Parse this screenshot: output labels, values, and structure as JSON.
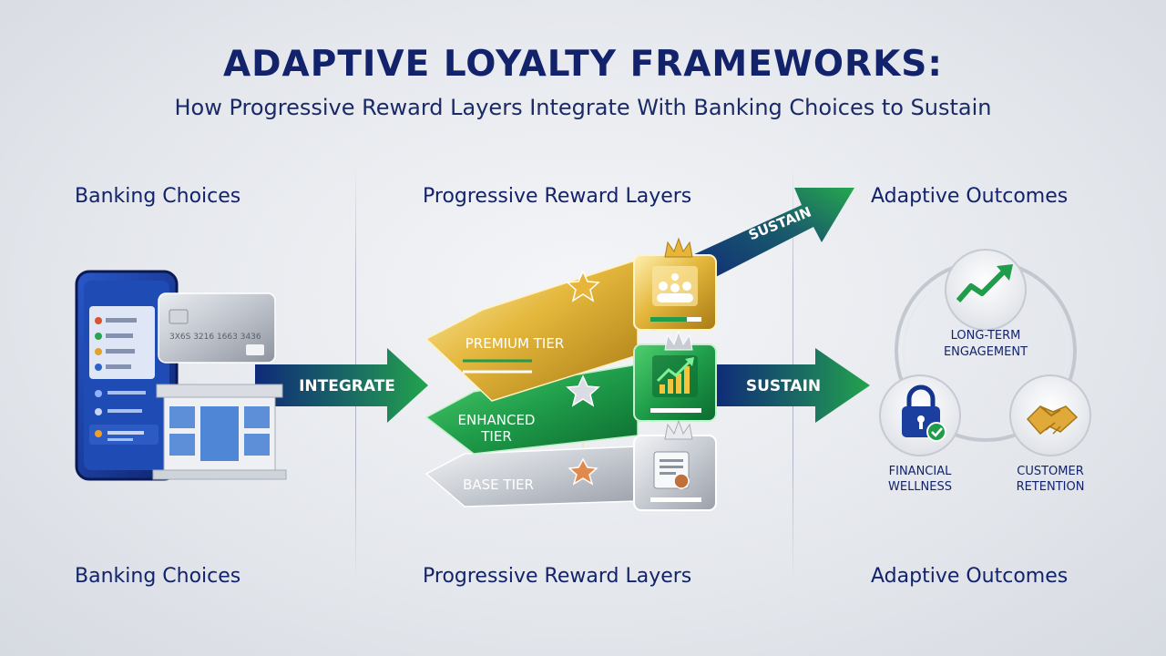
{
  "header": {
    "title": "ADAPTIVE LOYALTY FRAMEWORKS:",
    "subtitle": "How Progressive Reward Layers Integrate With Banking Choices to Sustain"
  },
  "columns": {
    "top": [
      "Banking Choices",
      "Progressive Reward Layers",
      "Adaptive Outcomes"
    ],
    "bottom": [
      "Banking Choices",
      "Progressive Reward Layers",
      "Adaptive Outcomes"
    ]
  },
  "arrows": {
    "integrate": "INTEGRATE",
    "sustain_upper": "SUSTAIN",
    "sustain_mid": "SUSTAIN"
  },
  "card": {
    "number_text": "3X6S 3216 1663 3436"
  },
  "tiers": {
    "premium": "PREMIUM TIER",
    "enhanced_line1": "ENHANCED",
    "enhanced_line2": "TIER",
    "base": "BASE TIER"
  },
  "outcomes": {
    "engagement_line1": "LONG-TERM",
    "engagement_line2": "ENGAGEMENT",
    "wellness_line1": "FINANCIAL",
    "wellness_line2": "WELLNESS",
    "retention_line1": "CUSTOMER",
    "retention_line2": "RETENTION"
  },
  "colors": {
    "navy": "#13236b",
    "green": "#1f9d4a",
    "gold": "#d9a92e",
    "silver": "#b9bec7"
  },
  "icons": [
    "phone-icon",
    "credit-card-icon",
    "bank-building-icon",
    "crown-icon",
    "star-icon",
    "team-icon",
    "growth-chart-icon",
    "document-icon",
    "trend-up-icon",
    "lock-check-icon",
    "handshake-icon"
  ]
}
